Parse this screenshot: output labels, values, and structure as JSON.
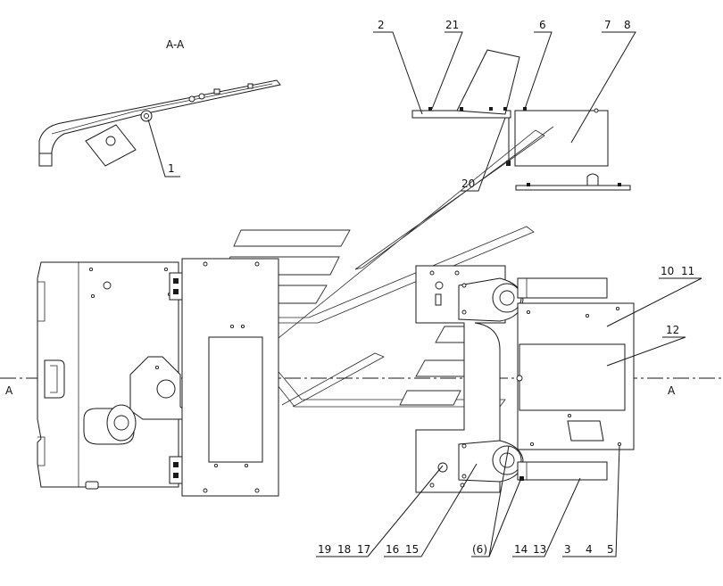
{
  "section_title": "A-A",
  "section_markers": {
    "left": "A",
    "right": "A"
  },
  "callouts": {
    "c1": "1",
    "c2": "2",
    "c21": "21",
    "c6_top": "6",
    "c7": "7",
    "c8": "8",
    "c20": "20",
    "c10": "10",
    "c11": "11",
    "c12": "12",
    "c19": "19",
    "c18": "18",
    "c17": "17",
    "c16": "16",
    "c15": "15",
    "c6_bottom": "(6)",
    "c14": "14",
    "c13": "13",
    "c3": "3",
    "c4": "4",
    "c5": "5"
  }
}
